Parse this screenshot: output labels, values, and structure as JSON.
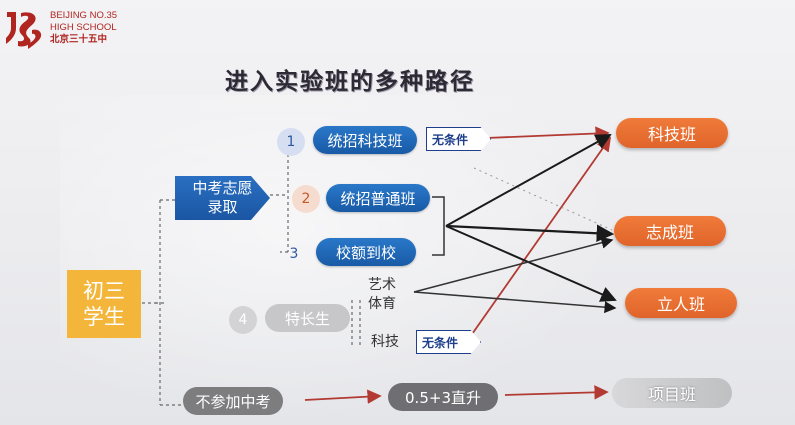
{
  "logo": {
    "line1": "BEIJING NO.35",
    "line2": "HIGH SCHOOL",
    "line3": "北京三十五中"
  },
  "title": "进入实验班的多种路径",
  "root": "初三\n学生",
  "route_exam": "中考志愿\n录取",
  "paths": {
    "p1": {
      "num": "1",
      "label": "统招科技班"
    },
    "p2": {
      "num": "2",
      "label": "统招普通班"
    },
    "p3": {
      "num": "3",
      "label": "校额到校"
    },
    "p4": {
      "num": "4",
      "label": "特长生"
    }
  },
  "specialty": {
    "arts": "艺术\n体育",
    "tech": "科技"
  },
  "no_condition": "无条件",
  "no_exam": "不参加中考",
  "direct": "0.5+3直升",
  "targets": {
    "keji": "科技班",
    "zhicheng": "志成班",
    "liren": "立人班",
    "project": "项目班"
  },
  "colors": {
    "blue": "#1d5fae",
    "orange": "#ea6c2f",
    "yellow": "#f3b63a",
    "gray": "#c7c7c9",
    "arrow_red": "#b23a32",
    "arrow_black": "#1a1a1a"
  }
}
